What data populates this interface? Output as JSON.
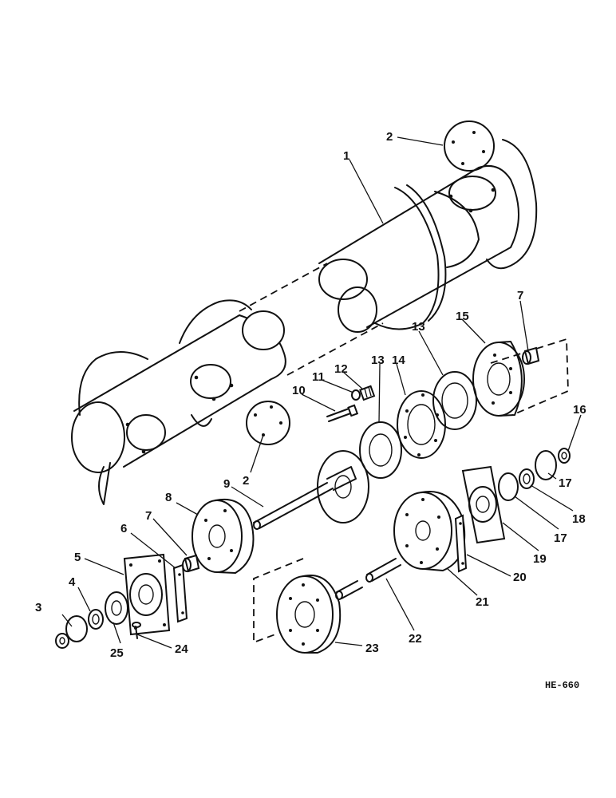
{
  "diagram": {
    "figure_code": "HE-660",
    "callouts": [
      {
        "id": "c1",
        "text": "1"
      },
      {
        "id": "c2a",
        "text": "2"
      },
      {
        "id": "c2b",
        "text": "2"
      },
      {
        "id": "c3",
        "text": "3"
      },
      {
        "id": "c4",
        "text": "4"
      },
      {
        "id": "c5",
        "text": "5"
      },
      {
        "id": "c6",
        "text": "6"
      },
      {
        "id": "c7a",
        "text": "7"
      },
      {
        "id": "c7b",
        "text": "7"
      },
      {
        "id": "c8",
        "text": "8"
      },
      {
        "id": "c9",
        "text": "9"
      },
      {
        "id": "c10",
        "text": "10"
      },
      {
        "id": "c11",
        "text": "11"
      },
      {
        "id": "c12",
        "text": "12"
      },
      {
        "id": "c13a",
        "text": "13"
      },
      {
        "id": "c13b",
        "text": "13"
      },
      {
        "id": "c14",
        "text": "14"
      },
      {
        "id": "c15",
        "text": "15"
      },
      {
        "id": "c16",
        "text": "16"
      },
      {
        "id": "c17a",
        "text": "17"
      },
      {
        "id": "c17b",
        "text": "17"
      },
      {
        "id": "c18",
        "text": "18"
      },
      {
        "id": "c19",
        "text": "19"
      },
      {
        "id": "c20",
        "text": "20"
      },
      {
        "id": "c21",
        "text": "21"
      },
      {
        "id": "c22",
        "text": "22"
      },
      {
        "id": "c23",
        "text": "23"
      },
      {
        "id": "c24",
        "text": "24"
      },
      {
        "id": "c25",
        "text": "25"
      }
    ]
  }
}
